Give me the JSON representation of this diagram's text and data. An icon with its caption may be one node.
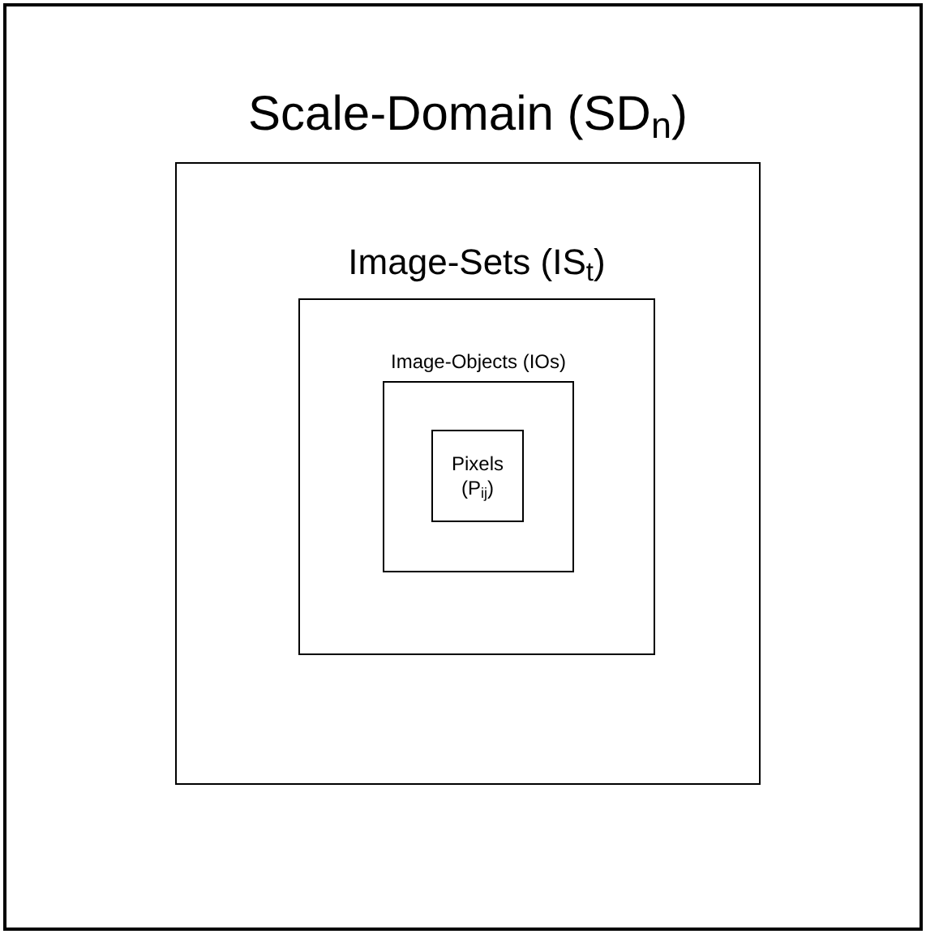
{
  "diagram": {
    "nodes": [
      {
        "text": [
          "Scale-Domain (SD$_{n}$)"
        ]
      },
      {
        "text": [
          "Image-Sets (IS$_{t}$)"
        ],
        "in": 0
      },
      {
        "text": [
          "Image-Objects (IOs)"
        ],
        "in": 1
      },
      {
        "text": [
          "Pixels (P$_{ij}$)"
        ],
        "in": 2
      }
    ]
  }
}
